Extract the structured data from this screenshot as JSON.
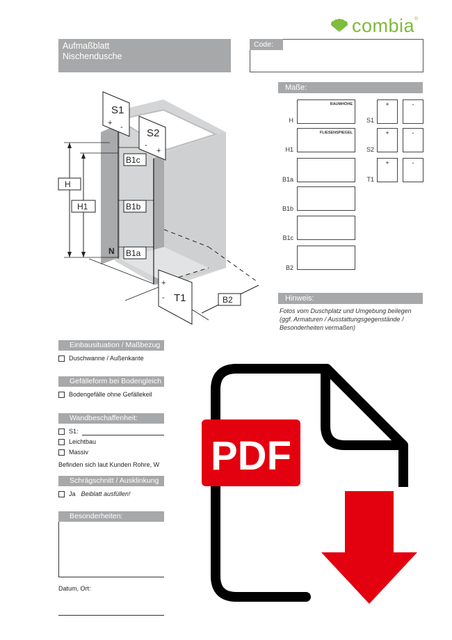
{
  "logo": {
    "text": "combia",
    "reg": "®"
  },
  "title": {
    "line1": "Aufmaßblatt",
    "line2": "Nischendusche"
  },
  "code": {
    "label": "Code:",
    "value": ""
  },
  "diagram_labels": {
    "S1": "S1",
    "S2": "S2",
    "T1": "T1",
    "H": "H",
    "H1": "H1",
    "B1a": "B1a",
    "B1b": "B1b",
    "B1c": "B1c",
    "B2": "B2",
    "N": "N",
    "plus": "+",
    "minus": "-"
  },
  "masse": {
    "header": "Maße:",
    "left_rows": [
      {
        "label": "H",
        "inner": "RAUMHÖHE"
      },
      {
        "label": "H1",
        "inner": "FLIESENSPIEGEL"
      },
      {
        "label": "B1a",
        "inner": ""
      },
      {
        "label": "B1b",
        "inner": ""
      },
      {
        "label": "B1c",
        "inner": ""
      },
      {
        "label": "B2",
        "inner": ""
      }
    ],
    "right_rows": [
      {
        "label": "S1",
        "plus": "+",
        "minus": "-"
      },
      {
        "label": "S2",
        "plus": "+",
        "minus": "-"
      },
      {
        "label": "T1",
        "plus": "+",
        "minus": "-"
      }
    ]
  },
  "hinweis": {
    "header": "Hinweis:",
    "text": "Fotos vom Duschplatz und Umgebung beilegen (ggf. Armaturen / Ausstattungsgegenstände / Besonderheiten vermaßen)"
  },
  "sections": {
    "einbau": {
      "header": "Einbausituation / Maßbezug",
      "option1": "Duschwanne / Außenkante"
    },
    "gefaelle": {
      "header": "Gefälleform bei Bodengleich",
      "option1": "Bodengefälle ohne Gefällekeil"
    },
    "wand": {
      "header": "Wandbeschaffenheit:",
      "option1": "S1:",
      "option2": "Leichtbau",
      "option3": "Massiv",
      "note": "Befinden sich laut Kunden Rohre, W"
    },
    "schraeg": {
      "header": "Schrägschnitt / Ausklinkung",
      "option1": "Ja",
      "option1_note": "Beiblatt ausfüllen!"
    },
    "besonder": {
      "header": "Besonderheiten:"
    },
    "datum": {
      "label": "Datum, Ort:"
    }
  },
  "overlay": {
    "icon": "pdf-download-icon",
    "text": "PDF",
    "red": "#e3000f",
    "black": "#000000"
  },
  "colors": {
    "brand_green": "#7dbb3a",
    "header_gray": "#a7a8aa"
  }
}
